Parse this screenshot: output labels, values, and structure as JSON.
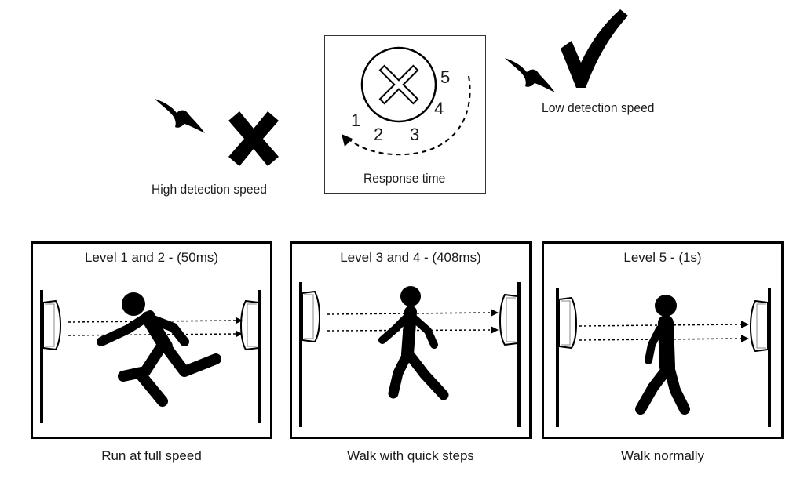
{
  "top": {
    "high_label": "High detection speed",
    "low_label": "Low detection speed",
    "response_label": "Response time",
    "dial_numbers": [
      "1",
      "2",
      "3",
      "4",
      "5"
    ]
  },
  "panels": [
    {
      "title": "Level 1 and 2 - (50ms)",
      "caption": "Run at full speed"
    },
    {
      "title": "Level 3 and 4 - (408ms)",
      "caption": "Walk with quick steps"
    },
    {
      "title": "Level 5 - (1s)",
      "caption": "Walk normally"
    }
  ],
  "colors": {
    "ink": "#000000",
    "text": "#1a1a1a",
    "background": "#ffffff"
  }
}
